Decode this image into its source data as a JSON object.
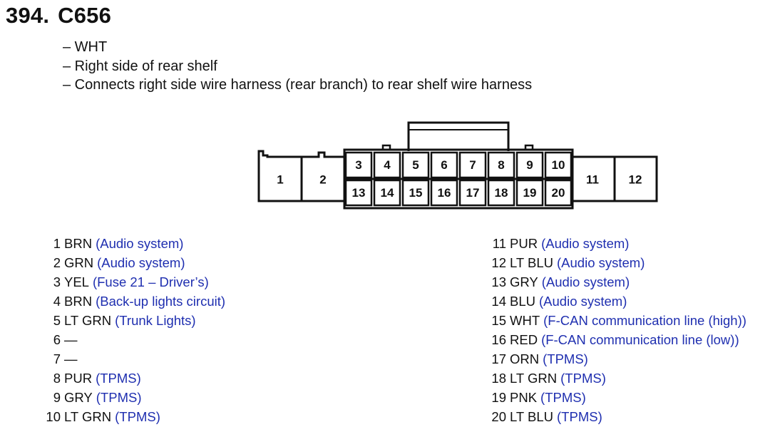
{
  "header": {
    "number": "394.",
    "connector": "C656"
  },
  "notes": [
    "– WHT",
    "– Right side of rear shelf",
    "– Connects right side wire harness (rear branch) to rear shelf wire harness"
  ],
  "connector_diagram": {
    "large_cavities": [
      "1",
      "2",
      "11",
      "12"
    ],
    "top_row": [
      "3",
      "4",
      "5",
      "6",
      "7",
      "8",
      "9",
      "10"
    ],
    "bottom_row": [
      "13",
      "14",
      "15",
      "16",
      "17",
      "18",
      "19",
      "20"
    ]
  },
  "colors": {
    "text": "#111111",
    "description": "#1f2fb0"
  },
  "pins_left": [
    {
      "pin": "1",
      "color": "BRN",
      "desc": "(Audio system)"
    },
    {
      "pin": "2",
      "color": "GRN",
      "desc": "(Audio system)"
    },
    {
      "pin": "3",
      "color": "YEL",
      "desc": "(Fuse 21 – Driver’s)"
    },
    {
      "pin": "4",
      "color": "BRN",
      "desc": "(Back-up lights circuit)"
    },
    {
      "pin": "5",
      "color": "LT GRN",
      "desc": "(Trunk Lights)"
    },
    {
      "pin": "6",
      "color": "—",
      "desc": ""
    },
    {
      "pin": "7",
      "color": "—",
      "desc": ""
    },
    {
      "pin": "8",
      "color": "PUR",
      "desc": "(TPMS)"
    },
    {
      "pin": "9",
      "color": "GRY",
      "desc": "(TPMS)"
    },
    {
      "pin": "10",
      "color": "LT GRN",
      "desc": "(TPMS)"
    }
  ],
  "pins_right": [
    {
      "pin": "11",
      "color": "PUR",
      "desc": "(Audio system)"
    },
    {
      "pin": "12",
      "color": "LT BLU",
      "desc": "(Audio system)"
    },
    {
      "pin": "13",
      "color": "GRY",
      "desc": "(Audio system)"
    },
    {
      "pin": "14",
      "color": "BLU",
      "desc": "(Audio system)"
    },
    {
      "pin": "15",
      "color": "WHT",
      "desc": "(F-CAN communication line (high))"
    },
    {
      "pin": "16",
      "color": "RED",
      "desc": "(F-CAN communication line (low))"
    },
    {
      "pin": "17",
      "color": "ORN",
      "desc": "(TPMS)"
    },
    {
      "pin": "18",
      "color": "LT GRN",
      "desc": "(TPMS)"
    },
    {
      "pin": "19",
      "color": "PNK",
      "desc": "(TPMS)"
    },
    {
      "pin": "20",
      "color": "LT BLU",
      "desc": "(TPMS)"
    }
  ]
}
